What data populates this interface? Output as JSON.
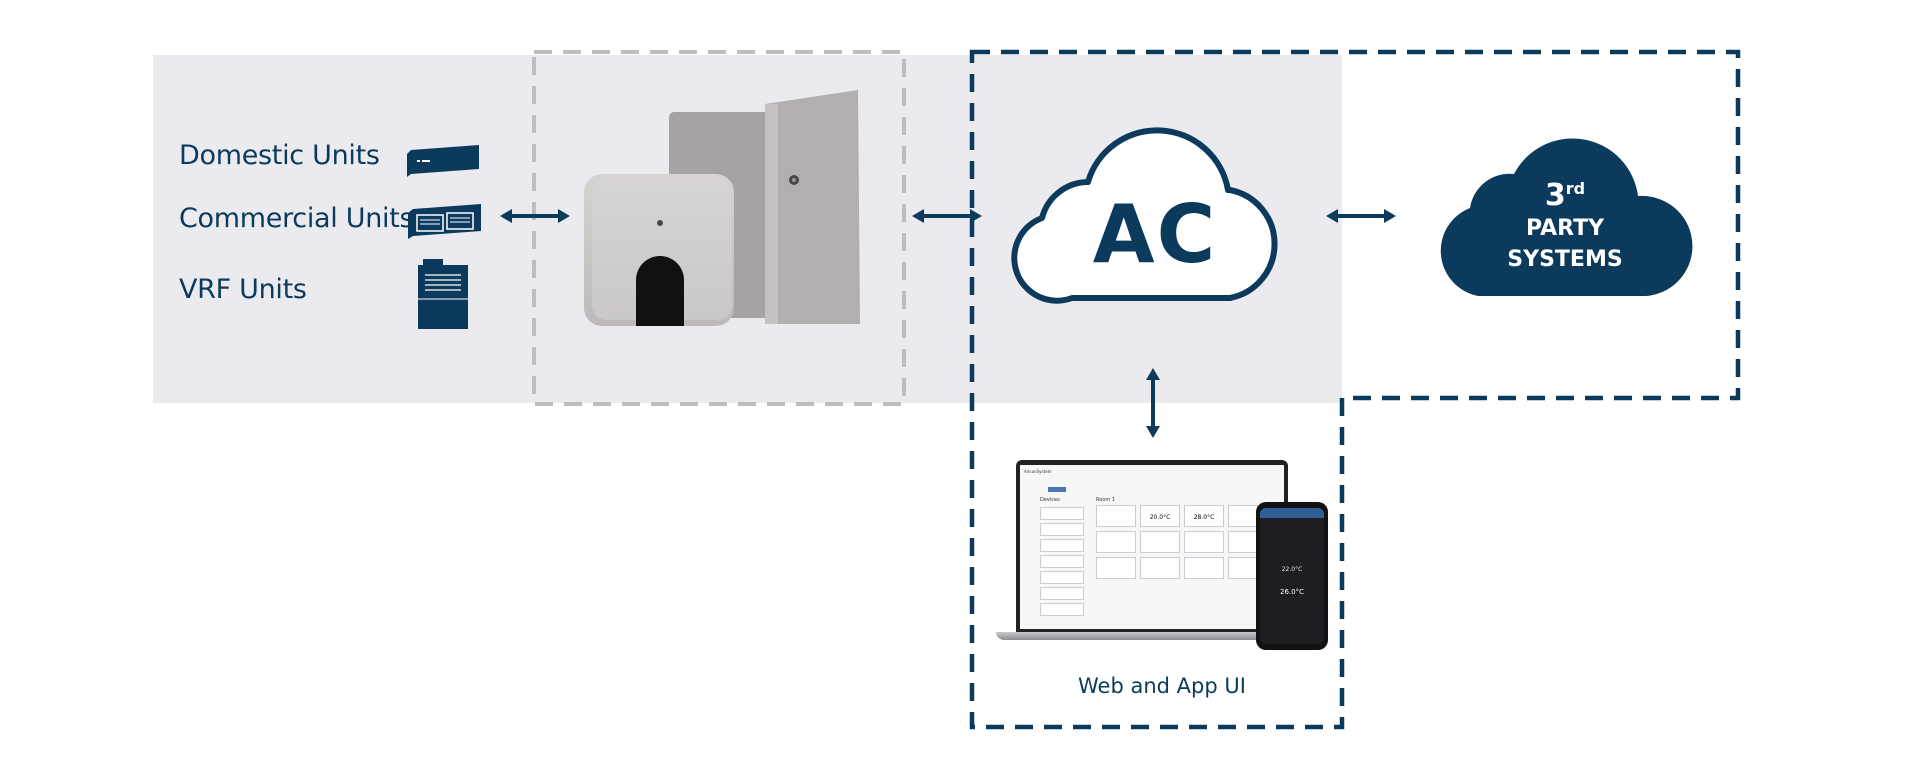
{
  "colors": {
    "navy": "#0b3a5c",
    "grey_panel": "#ebebef",
    "grey_dash": "#bdbdbd",
    "device": "#b8b5b6"
  },
  "units": [
    {
      "label": "Domestic Units",
      "icon": "domestic-unit-icon"
    },
    {
      "label": "Commercial Units",
      "icon": "commercial-unit-icon"
    },
    {
      "label": "VRF Units",
      "icon": "vrf-unit-icon"
    }
  ],
  "cloud_ac": {
    "label": "AC"
  },
  "cloud_third_party": {
    "sup_number": "3",
    "sup_suffix": "rd",
    "line1": "PARTY",
    "line2": "SYSTEMS"
  },
  "ui_caption": "Web and App UI",
  "laptop": {
    "app_title": "AirconSystem",
    "room_title": "Room 1",
    "sidebar_title": "Devices",
    "ambient_temp": "20.0°C",
    "setpoint_temp": "28.0°C"
  },
  "phone": {
    "ambient_temp": "22.0°C",
    "setpoint_temp": "26.0°C"
  }
}
